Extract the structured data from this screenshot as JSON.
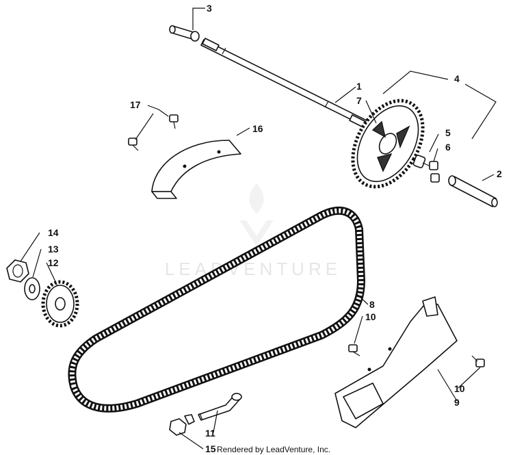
{
  "diagram": {
    "watermark_text": "LEADVENTURE",
    "credit": "Rendered by LeadVenture, Inc.",
    "callouts": [
      {
        "id": "c3",
        "label": "3"
      },
      {
        "id": "c1",
        "label": "1"
      },
      {
        "id": "c7",
        "label": "7"
      },
      {
        "id": "c4",
        "label": "4"
      },
      {
        "id": "c5",
        "label": "5"
      },
      {
        "id": "c6",
        "label": "6"
      },
      {
        "id": "c2",
        "label": "2"
      },
      {
        "id": "c17",
        "label": "17"
      },
      {
        "id": "c16",
        "label": "16"
      },
      {
        "id": "c14",
        "label": "14"
      },
      {
        "id": "c13",
        "label": "13"
      },
      {
        "id": "c12",
        "label": "12"
      },
      {
        "id": "c8",
        "label": "8"
      },
      {
        "id": "c10a",
        "label": "10"
      },
      {
        "id": "c10b",
        "label": "10"
      },
      {
        "id": "c9",
        "label": "9"
      },
      {
        "id": "c11",
        "label": "11"
      },
      {
        "id": "c15",
        "label": "15"
      }
    ]
  }
}
